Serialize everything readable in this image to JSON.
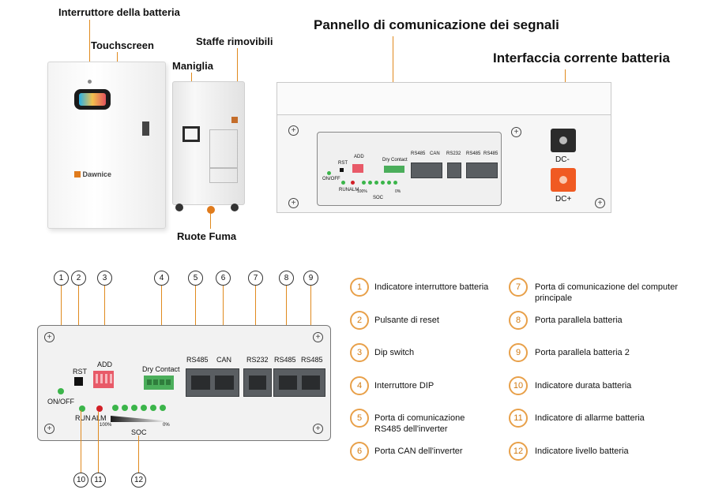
{
  "top_labels": {
    "battery_switch": "Interruttore della batteria",
    "touchscreen": "Touchscreen",
    "removable_brackets": "Staffe rimovibili",
    "handle": "Maniglia",
    "wheels": "Ruote Fuma",
    "signal_panel": "Pannello di comunicazione dei segnali",
    "battery_current": "Interfaccia corrente batteria"
  },
  "brand": "Dawnice",
  "terminals": {
    "negative": "DC-",
    "positive": "DC+"
  },
  "panel": {
    "rst": "RST",
    "add": "ADD",
    "dry_contact": "Dry Contact",
    "on_off": "ON/OFF",
    "run": "RUN",
    "alm": "ALM",
    "soc": "SOC",
    "soc_full": "100%",
    "soc_empty": "0%",
    "ports": [
      "RS485",
      "CAN",
      "RS232",
      "RS485",
      "RS485"
    ]
  },
  "callout_numbers": [
    "1",
    "2",
    "3",
    "4",
    "5",
    "6",
    "7",
    "8",
    "9",
    "10",
    "11",
    "12"
  ],
  "legend": [
    {
      "num": "1",
      "text": "Indicatore interruttore batteria"
    },
    {
      "num": "2",
      "text": "Pulsante di reset"
    },
    {
      "num": "3",
      "text": "Dip switch"
    },
    {
      "num": "4",
      "text": "Interruttore DIP"
    },
    {
      "num": "5",
      "text": "Porta di comunicazione RS485 dell'inverter"
    },
    {
      "num": "6",
      "text": "Porta CAN dell'inverter"
    },
    {
      "num": "7",
      "text": "Porta di comunicazione del computer principale"
    },
    {
      "num": "8",
      "text": "Porta parallela batteria"
    },
    {
      "num": "9",
      "text": "Porta parallela batteria 2"
    },
    {
      "num": "10",
      "text": "Indicatore durata batteria"
    },
    {
      "num": "11",
      "text": "Indicatore di allarme batteria"
    },
    {
      "num": "12",
      "text": "Indicatore livello batteria"
    }
  ],
  "colors": {
    "accent": "#e08a1e",
    "led_green": "#3bb54a",
    "led_red": "#d21f26",
    "terminal_orange": "#f05a22"
  }
}
